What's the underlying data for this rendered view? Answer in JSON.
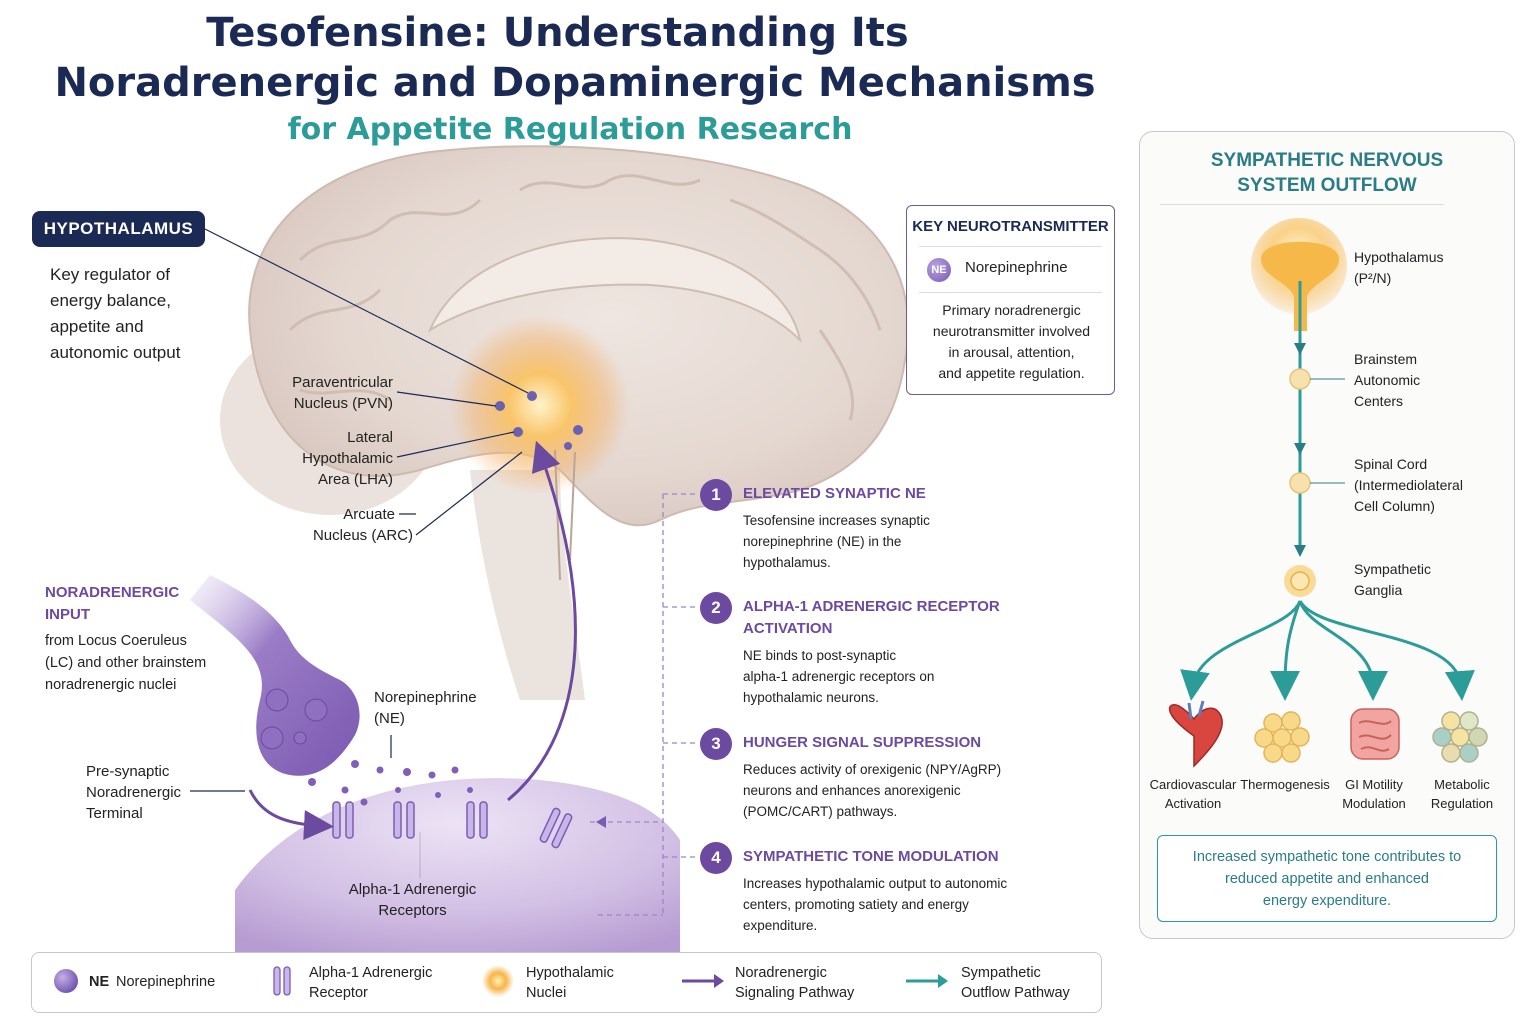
{
  "title": {
    "line1": "Tesofensine: Understanding Its",
    "line2": "Noradrenergic and Dopaminergic Mechanisms",
    "subtitle": "for Appetite Regulation Research"
  },
  "hypothalamus": {
    "badge": "HYPOTHALAMUS",
    "desc_lines": [
      "Key regulator of",
      "energy balance,",
      "appetite and",
      "autonomic output"
    ]
  },
  "brain_labels": {
    "pvn": [
      "Paraventricular",
      "Nucleus (PVN)"
    ],
    "lha": [
      "Lateral",
      "Hypothalamic",
      "Area (LHA)"
    ],
    "arc": [
      "Arcuate",
      "Nucleus (ARC)"
    ]
  },
  "noradrenergic_input": {
    "title_lines": [
      "NORADRENERGIC",
      "INPUT"
    ],
    "desc_lines": [
      "from Locus Coeruleus",
      "(LC) and other brainstem",
      "noradrenergic nuclei"
    ]
  },
  "synapse_labels": {
    "presynaptic": [
      "Pre-synaptic",
      "Noradrenergic",
      "Terminal"
    ],
    "ne": [
      "Norepinephrine",
      "(NE)"
    ],
    "receptors": [
      "Alpha-1 Adrenergic",
      "Receptors"
    ]
  },
  "key_neurotransmitter": {
    "title": "KEY NEUROTRANSMITTER",
    "badge": "NE",
    "name": "Norepinephrine",
    "desc_lines": [
      "Primary noradrenergic",
      "neurotransmitter involved",
      "in arousal, attention,",
      "and appetite regulation."
    ]
  },
  "steps": [
    {
      "num": "1",
      "title": [
        "ELEVATED SYNAPTIC NE"
      ],
      "desc": [
        "Tesofensine increases synaptic",
        "norepinephrine (NE) in the",
        "hypothalamus."
      ]
    },
    {
      "num": "2",
      "title": [
        "ALPHA-1 ADRENERGIC RECEPTOR",
        "ACTIVATION"
      ],
      "desc": [
        "NE binds to post-synaptic",
        "alpha-1 adrenergic receptors on",
        "hypothalamic neurons."
      ]
    },
    {
      "num": "3",
      "title": [
        "HUNGER SIGNAL SUPPRESSION"
      ],
      "desc": [
        "Reduces activity of orexigenic (NPY/AgRP)",
        "neurons and enhances anorexigenic",
        "(POMC/CART) pathways."
      ]
    },
    {
      "num": "4",
      "title": [
        "SYMPATHETIC TONE MODULATION"
      ],
      "desc": [
        "Increases hypothalamic output to autonomic",
        "centers, promoting satiety and energy",
        "expenditure."
      ]
    }
  ],
  "sns": {
    "title_lines": [
      "SYMPATHETIC NERVOUS",
      "SYSTEM OUTFLOW"
    ],
    "nodes": [
      [
        "Hypothalamus",
        "(P²/N)"
      ],
      [
        "Brainstem",
        "Autonomic",
        "Centers"
      ],
      [
        "Spinal Cord",
        "(Intermediolateral",
        "Cell Column)"
      ],
      [
        "Sympathetic",
        "Ganglia"
      ]
    ],
    "outputs": [
      {
        "lines": [
          "Cardiovascular",
          "Activation"
        ],
        "icon": "heart-icon"
      },
      {
        "lines": [
          "Thermogenesis"
        ],
        "icon": "fat-cells-icon"
      },
      {
        "lines": [
          "GI Motility",
          "Modulation"
        ],
        "icon": "intestine-icon"
      },
      {
        "lines": [
          "Metabolic",
          "Regulation"
        ],
        "icon": "metabolic-cells-icon"
      }
    ],
    "note_lines": [
      "Increased sympathetic tone contributes to",
      "reduced appetite and enhanced",
      "energy expenditure."
    ]
  },
  "legend": {
    "ne_abbr": "NE",
    "ne_label": "Norepinephrine",
    "receptor": [
      "Alpha-1 Adrenergic",
      "Receptor"
    ],
    "nuclei": [
      "Hypothalamic",
      "Nuclei"
    ],
    "nor_path": [
      "Noradrenergic",
      "Signaling Pathway"
    ],
    "symp_path": [
      "Sympathetic",
      "Outflow Pathway"
    ]
  },
  "colors": {
    "navy": "#1b2a55",
    "teal": "#2b9c97",
    "purple": "#6b4aa0",
    "glow": "#f6b04a"
  }
}
